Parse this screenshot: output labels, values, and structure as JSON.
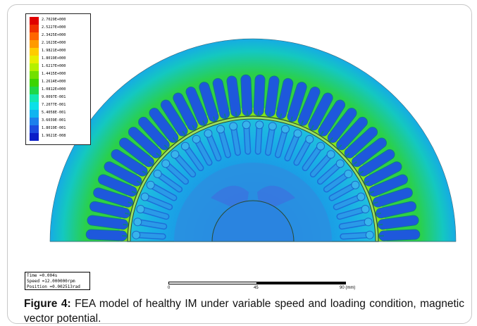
{
  "legend": {
    "entries": [
      {
        "label": "2.7029E+000",
        "color": "#e00000"
      },
      {
        "label": "2.5227E+000",
        "color": "#f03000"
      },
      {
        "label": "2.3425E+000",
        "color": "#ff6600"
      },
      {
        "label": "2.1623E+000",
        "color": "#ff9a00"
      },
      {
        "label": "1.9821E+000",
        "color": "#ffcc00"
      },
      {
        "label": "1.8019E+000",
        "color": "#e8ee00"
      },
      {
        "label": "1.6217E+000",
        "color": "#b4f000"
      },
      {
        "label": "1.4415E+000",
        "color": "#72e000"
      },
      {
        "label": "1.2614E+000",
        "color": "#3cd400"
      },
      {
        "label": "1.0812E+000",
        "color": "#1ed848"
      },
      {
        "label": "9.0097E-001",
        "color": "#12e8b0"
      },
      {
        "label": "7.2077E-001",
        "color": "#0ce0e8"
      },
      {
        "label": "5.4058E-001",
        "color": "#10b4f0"
      },
      {
        "label": "3.6039E-001",
        "color": "#1c80ec"
      },
      {
        "label": "1.8019E-001",
        "color": "#1c4ce0"
      },
      {
        "label": "1.9621E-008",
        "color": "#0a1ec8"
      }
    ]
  },
  "sim_info": {
    "time": "Time =0.004s",
    "speed": "Speed =12.000000rpm",
    "position": "Position =0.002513rad"
  },
  "scale_bar": {
    "tick_0": "0",
    "tick_mid": "45",
    "tick_end": "90 (mm)"
  },
  "figure": {
    "caption_label": "Figure 4:",
    "caption_text": " FEA model of healthy IM under variable speed and loading condition, magnetic vector potential.",
    "stator_slots": 36,
    "rotor_bars": 28
  },
  "colors": {
    "stator_field": "#2ad04a",
    "stator_outer": "#16a8e8",
    "slot_fill": "#1e58dc",
    "rotor_field": "#1aaee6",
    "rotor_core": "#2a8fe0",
    "tooth_high": "#c2f000"
  }
}
